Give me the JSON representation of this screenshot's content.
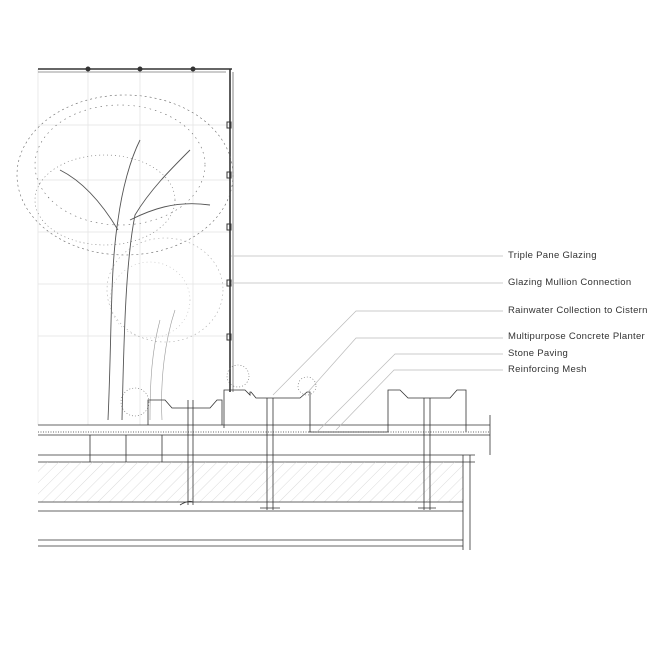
{
  "labels": {
    "triple_pane_glazing": "Triple Pane Glazing",
    "glazing_mullion_connection": "Glazing Mullion Connection",
    "rainwater_collection": "Rainwater Collection to Cistern",
    "concrete_planter": "Multipurpose Concrete Planter",
    "stone_paving": "Stone Paving",
    "reinforcing_mesh": "Reinforcing Mesh"
  },
  "colors": {
    "line": "#333333",
    "leader": "#bbbbbb",
    "grid": "#dddddd"
  }
}
